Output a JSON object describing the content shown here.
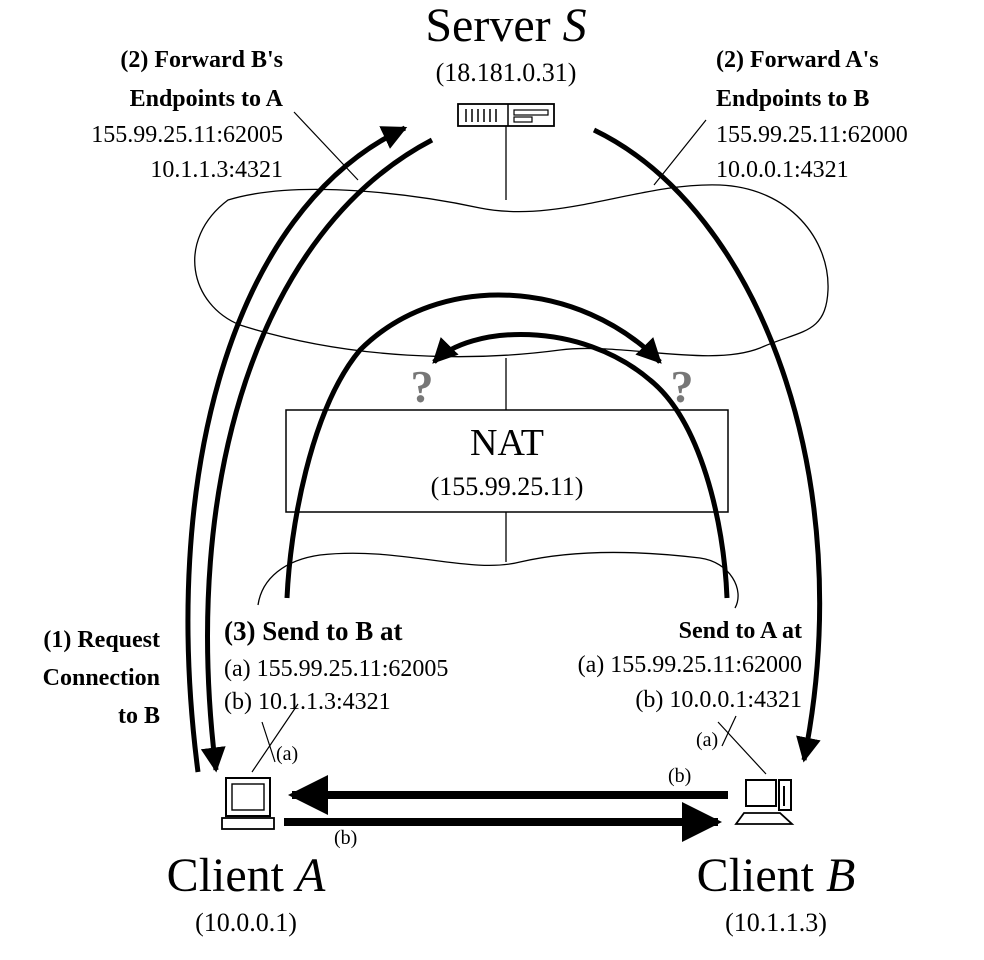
{
  "server": {
    "label_prefix": "Server ",
    "label_var": "S",
    "address": "(18.181.0.31)"
  },
  "nat": {
    "label": "NAT",
    "address": "(155.99.25.11)"
  },
  "client_a": {
    "label_prefix": "Client ",
    "label_var": "A",
    "address": "(10.0.0.1)"
  },
  "client_b": {
    "label_prefix": "Client ",
    "label_var": "B",
    "address": "(10.1.1.3)"
  },
  "forward_to_a": {
    "title_line1": "(2) Forward B's",
    "title_line2": "Endpoints to A",
    "endpoint1": "155.99.25.11:62005",
    "endpoint2": "10.1.1.3:4321"
  },
  "forward_to_b": {
    "title_line1": "(2) Forward A's",
    "title_line2": "Endpoints to B",
    "endpoint1": "155.99.25.11:62000",
    "endpoint2": "10.0.0.1:4321"
  },
  "request": {
    "line1": "(1) Request",
    "line2": "Connection",
    "line3": "to B"
  },
  "send_to_b": {
    "title": "(3) Send to B at",
    "option_a": "(a) 155.99.25.11:62005",
    "option_b": "(b) 10.1.1.3:4321"
  },
  "send_to_a": {
    "title": "Send to A at",
    "option_a": "(a) 155.99.25.11:62000",
    "option_b": "(b) 10.0.0.1:4321"
  },
  "path_labels": {
    "a_left": "(a)",
    "a_right": "(a)",
    "b_top": "(b)",
    "b_bottom": "(b)"
  },
  "unknown_marks": {
    "left": "?",
    "right": "?"
  }
}
